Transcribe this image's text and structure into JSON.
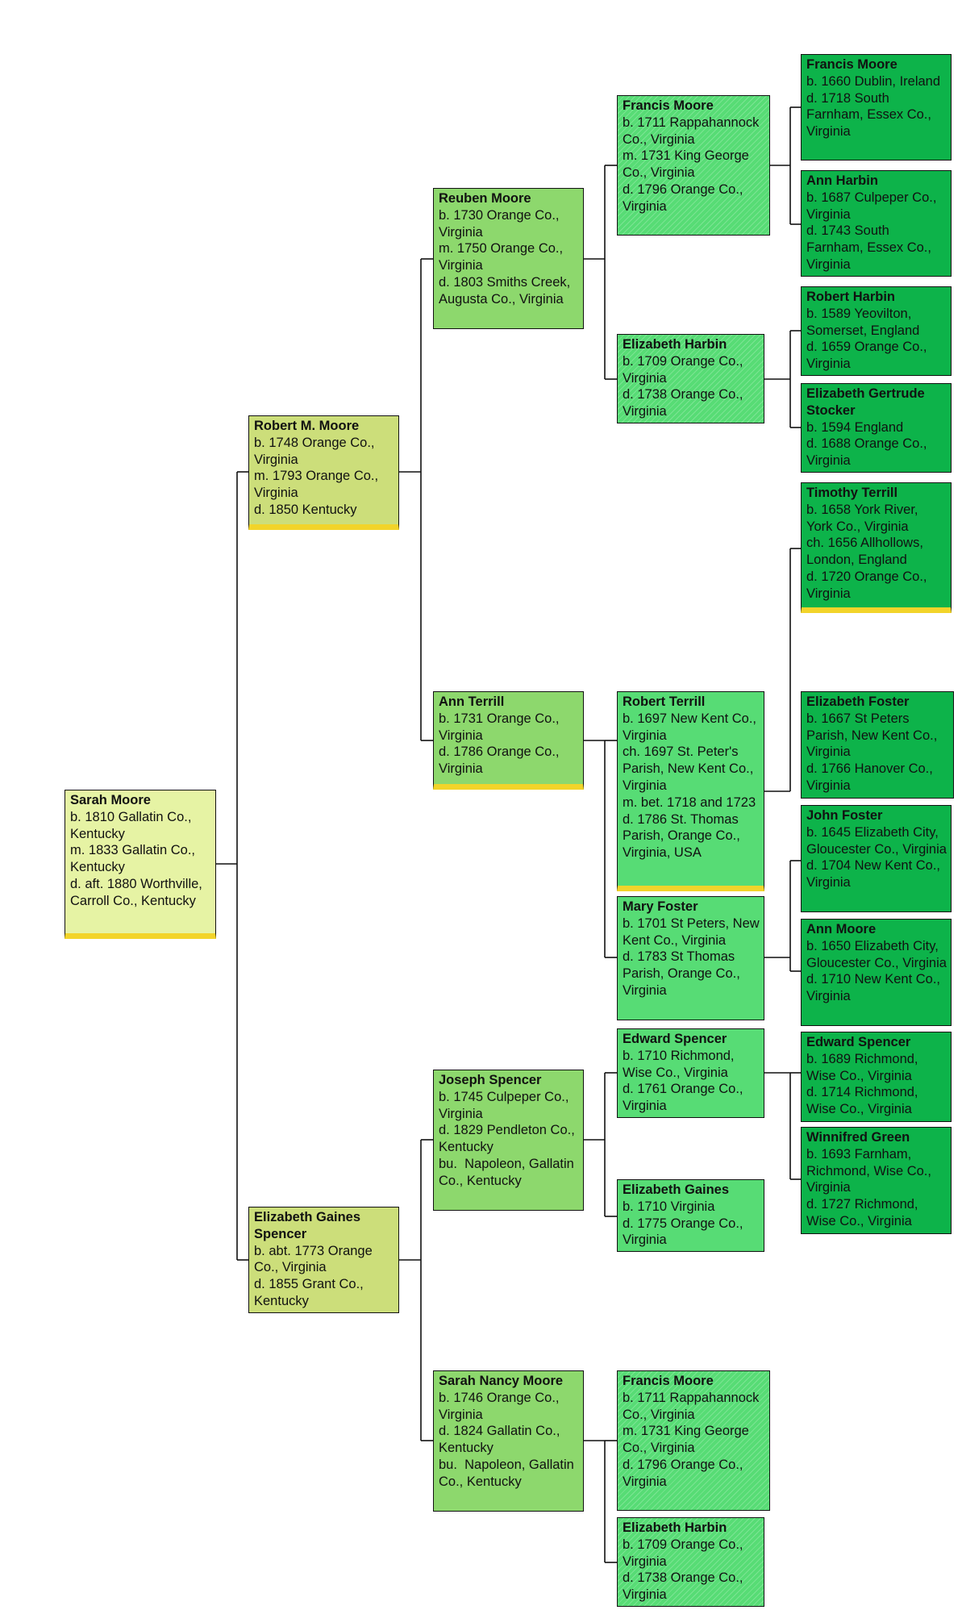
{
  "colors": {
    "gen0": "#e6f3a4",
    "gen1": "#ccde7a",
    "gen2": "#8dd86d",
    "gen3": "#57dc75",
    "gen4": "#0db34a",
    "highlight_bar": "#f2d42a"
  },
  "people": {
    "sarah_moore": {
      "name": "Sarah Moore",
      "lines": [
        "b. 1810 Gallatin Co., Kentucky",
        "m. 1833 Gallatin Co., Kentucky",
        "d. aft. 1880 Worthville, Carroll Co., Kentucky"
      ]
    },
    "robert_m_moore": {
      "name": "Robert M. Moore",
      "lines": [
        "b. 1748 Orange Co., Virginia",
        "m. 1793 Orange Co., Virginia",
        "d. 1850 Kentucky"
      ]
    },
    "elizabeth_gaines_spencer": {
      "name": "Elizabeth Gaines Spencer",
      "lines": [
        "b. abt. 1773 Orange Co., Virginia",
        "d. 1855 Grant Co., Kentucky"
      ]
    },
    "reuben_moore": {
      "name": "Reuben Moore",
      "lines": [
        "b. 1730 Orange Co., Virginia",
        "m. 1750 Orange Co., Virginia",
        "d. 1803 Smiths Creek, Augusta Co., Virginia"
      ]
    },
    "ann_terrill": {
      "name": "Ann Terrill",
      "lines": [
        "b. 1731 Orange Co., Virginia",
        "d. 1786 Orange Co., Virginia"
      ]
    },
    "joseph_spencer": {
      "name": "Joseph Spencer",
      "lines": [
        "b. 1745 Culpeper Co., Virginia",
        "d. 1829 Pendleton Co., Kentucky",
        "bu.  Napoleon, Gallatin Co., Kentucky"
      ]
    },
    "sarah_nancy_moore": {
      "name": "Sarah Nancy Moore",
      "lines": [
        "b. 1746 Orange Co., Virginia",
        "d. 1824 Gallatin Co., Kentucky",
        "bu.  Napoleon, Gallatin Co., Kentucky"
      ]
    },
    "francis_moore_1711_a": {
      "name": "Francis Moore",
      "lines": [
        "b. 1711 Rappahannock Co., Virginia",
        "m. 1731 King George Co., Virginia",
        "d. 1796 Orange Co., Virginia"
      ]
    },
    "elizabeth_harbin_a": {
      "name": "Elizabeth Harbin",
      "lines": [
        "b. 1709 Orange Co., Virginia",
        "d. 1738 Orange Co., Virginia"
      ]
    },
    "robert_terrill": {
      "name": "Robert Terrill",
      "lines": [
        "b. 1697 New Kent Co., Virginia",
        "ch. 1697 St. Peter's Parish, New Kent Co., Virginia",
        "m. bet. 1718 and 1723",
        "d. 1786 St. Thomas Parish, Orange Co., Virginia, USA"
      ]
    },
    "mary_foster": {
      "name": "Mary Foster",
      "lines": [
        "b. 1701 St Peters, New Kent Co., Virginia",
        "d. 1783 St Thomas Parish, Orange Co., Virginia"
      ]
    },
    "edward_spencer_1710": {
      "name": "Edward Spencer",
      "lines": [
        "b. 1710 Richmond, Wise Co., Virginia",
        "d. 1761 Orange Co., Virginia"
      ]
    },
    "elizabeth_gaines": {
      "name": "Elizabeth Gaines",
      "lines": [
        "b. 1710 Virginia",
        "d. 1775 Orange Co., Virginia"
      ]
    },
    "francis_moore_1711_b": {
      "name": "Francis Moore",
      "lines": [
        "b. 1711 Rappahannock Co., Virginia",
        "m. 1731 King George Co., Virginia",
        "d. 1796 Orange Co., Virginia"
      ]
    },
    "elizabeth_harbin_b": {
      "name": "Elizabeth Harbin",
      "lines": [
        "b. 1709 Orange Co., Virginia",
        "d. 1738 Orange Co., Virginia"
      ]
    },
    "francis_moore_1660": {
      "name": "Francis Moore",
      "lines": [
        "b. 1660 Dublin, Ireland",
        "d. 1718 South Farnham, Essex Co., Virginia"
      ]
    },
    "ann_harbin": {
      "name": "Ann Harbin",
      "lines": [
        "b. 1687 Culpeper Co., Virginia",
        "d. 1743 South Farnham, Essex Co., Virginia"
      ]
    },
    "robert_harbin": {
      "name": "Robert Harbin",
      "lines": [
        "b. 1589 Yeovilton, Somerset, England",
        "d. 1659 Orange Co., Virginia"
      ]
    },
    "elizabeth_gertrude_stocker": {
      "name": "Elizabeth Gertrude Stocker",
      "lines": [
        "b. 1594 England",
        "d. 1688 Orange Co., Virginia"
      ]
    },
    "timothy_terrill": {
      "name": "Timothy Terrill",
      "lines": [
        "b. 1658 York River, York Co., Virginia",
        "ch. 1656 Allhollows, London, England",
        "d. 1720 Orange Co., Virginia"
      ]
    },
    "elizabeth_foster": {
      "name": "Elizabeth Foster",
      "lines": [
        "b. 1667 St Peters Parish, New Kent Co., Virginia",
        "d. 1766 Hanover Co., Virginia"
      ]
    },
    "john_foster": {
      "name": "John Foster",
      "lines": [
        "b. 1645 Elizabeth City, Gloucester Co., Virginia",
        "d. 1704 New Kent Co., Virginia"
      ]
    },
    "ann_moore": {
      "name": "Ann Moore",
      "lines": [
        "b. 1650 Elizabeth City, Gloucester Co., Virginia",
        "d. 1710 New Kent Co., Virginia"
      ]
    },
    "edward_spencer_1689": {
      "name": "Edward Spencer",
      "lines": [
        "b. 1689 Richmond, Wise Co., Virginia",
        "d. 1714 Richmond, Wise Co., Virginia"
      ]
    },
    "winnifred_green": {
      "name": "Winnifred Green",
      "lines": [
        "b. 1693 Farnham, Richmond, Wise Co., Virginia",
        "d. 1727 Richmond, Wise Co., Virginia"
      ]
    }
  }
}
